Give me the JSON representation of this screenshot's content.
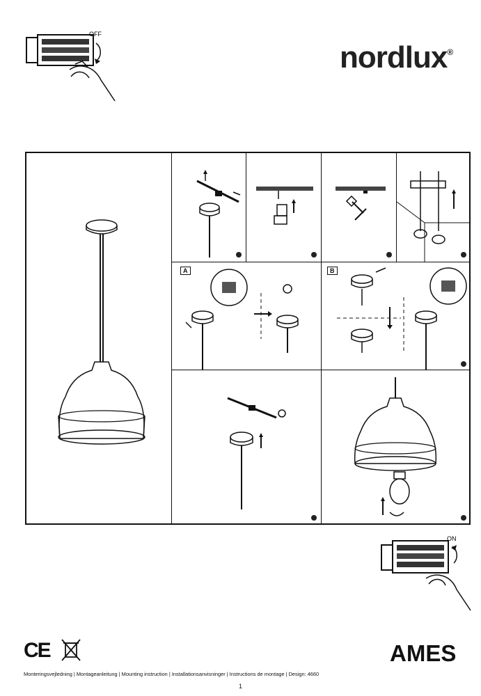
{
  "brand": {
    "name": "nordlux",
    "mark": "®"
  },
  "switch_off_label": "OFF",
  "switch_on_label": "ON",
  "panels": {
    "a_label": "A",
    "b_label": "B"
  },
  "product": {
    "name": "AMES"
  },
  "certifications": {
    "ce": "CE"
  },
  "footer": {
    "text": "Monteringsvejledning | Montageanleitung | Mounting instruction | Installationsanvisninger | Instructions de montage | Design: 4660"
  },
  "page_number": "1"
}
